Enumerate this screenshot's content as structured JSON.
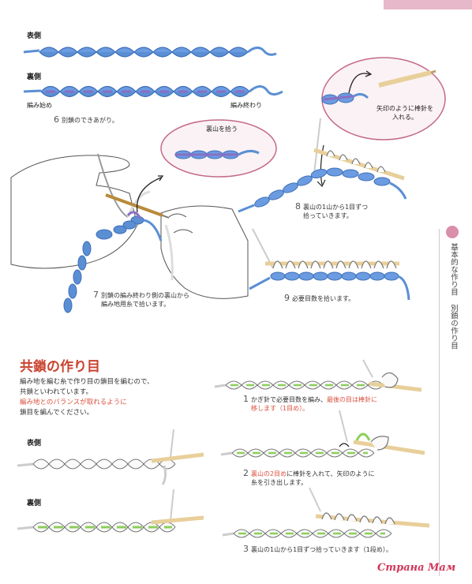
{
  "labels": {
    "front_top": "表側",
    "back_top": "裏側",
    "start": "編み始め",
    "end": "編み終わり",
    "front_bottom": "表側",
    "back_bottom": "裏側"
  },
  "steps": {
    "s6": {
      "num": "6",
      "text": "別鎖のできあがり。"
    },
    "s7": {
      "num": "7",
      "line1": "別鎖の編み終わり側の裏山から",
      "line2": "編み地用糸で拾います。"
    },
    "s8": {
      "num": "8",
      "line1": "裏山の1山から1目ずつ",
      "line2": "拾っていきます。"
    },
    "s9": {
      "num": "9",
      "text": "必要目数を拾います。"
    }
  },
  "callouts": {
    "pickup": "裏山を拾う",
    "arrow_line1": "矢印のように棒針を",
    "arrow_line2": "入れる。"
  },
  "section": {
    "title": "共鎖の作り目",
    "intro_line1": "編み地を編む糸で作り目の鎖目を編むので、",
    "intro_line2": "共鎖といわれています。",
    "intro_red": "編み地とのバランスが取れるように",
    "intro_line4": "鎖目を編んでください。"
  },
  "bottom_steps": {
    "b1": {
      "num": "1",
      "line1a": "かぎ針で必要目数を編み、",
      "line1b": "最後の目は棒針に",
      "line2": "移します（1目め）。"
    },
    "b2": {
      "num": "2",
      "line1a": "裏山の2目め",
      "line1b": "に棒針を入れて、矢印のように",
      "line2": "糸を引き出します。"
    },
    "b3": {
      "num": "3",
      "text": "裏山の1山から1目ずつ拾っていきます（1段め）。"
    }
  },
  "sidebar": {
    "text": "基本的な作り目 別鎖の作り目"
  },
  "watermark": "Страна Мам",
  "colors": {
    "blue_yarn": "#5b8fd4",
    "purple_yarn": "#8a6fc4",
    "green_yarn": "#8ccf5a",
    "white_yarn": "#f4f4f4",
    "accent_red": "#c8432f",
    "pink": "#e7b8c9"
  }
}
